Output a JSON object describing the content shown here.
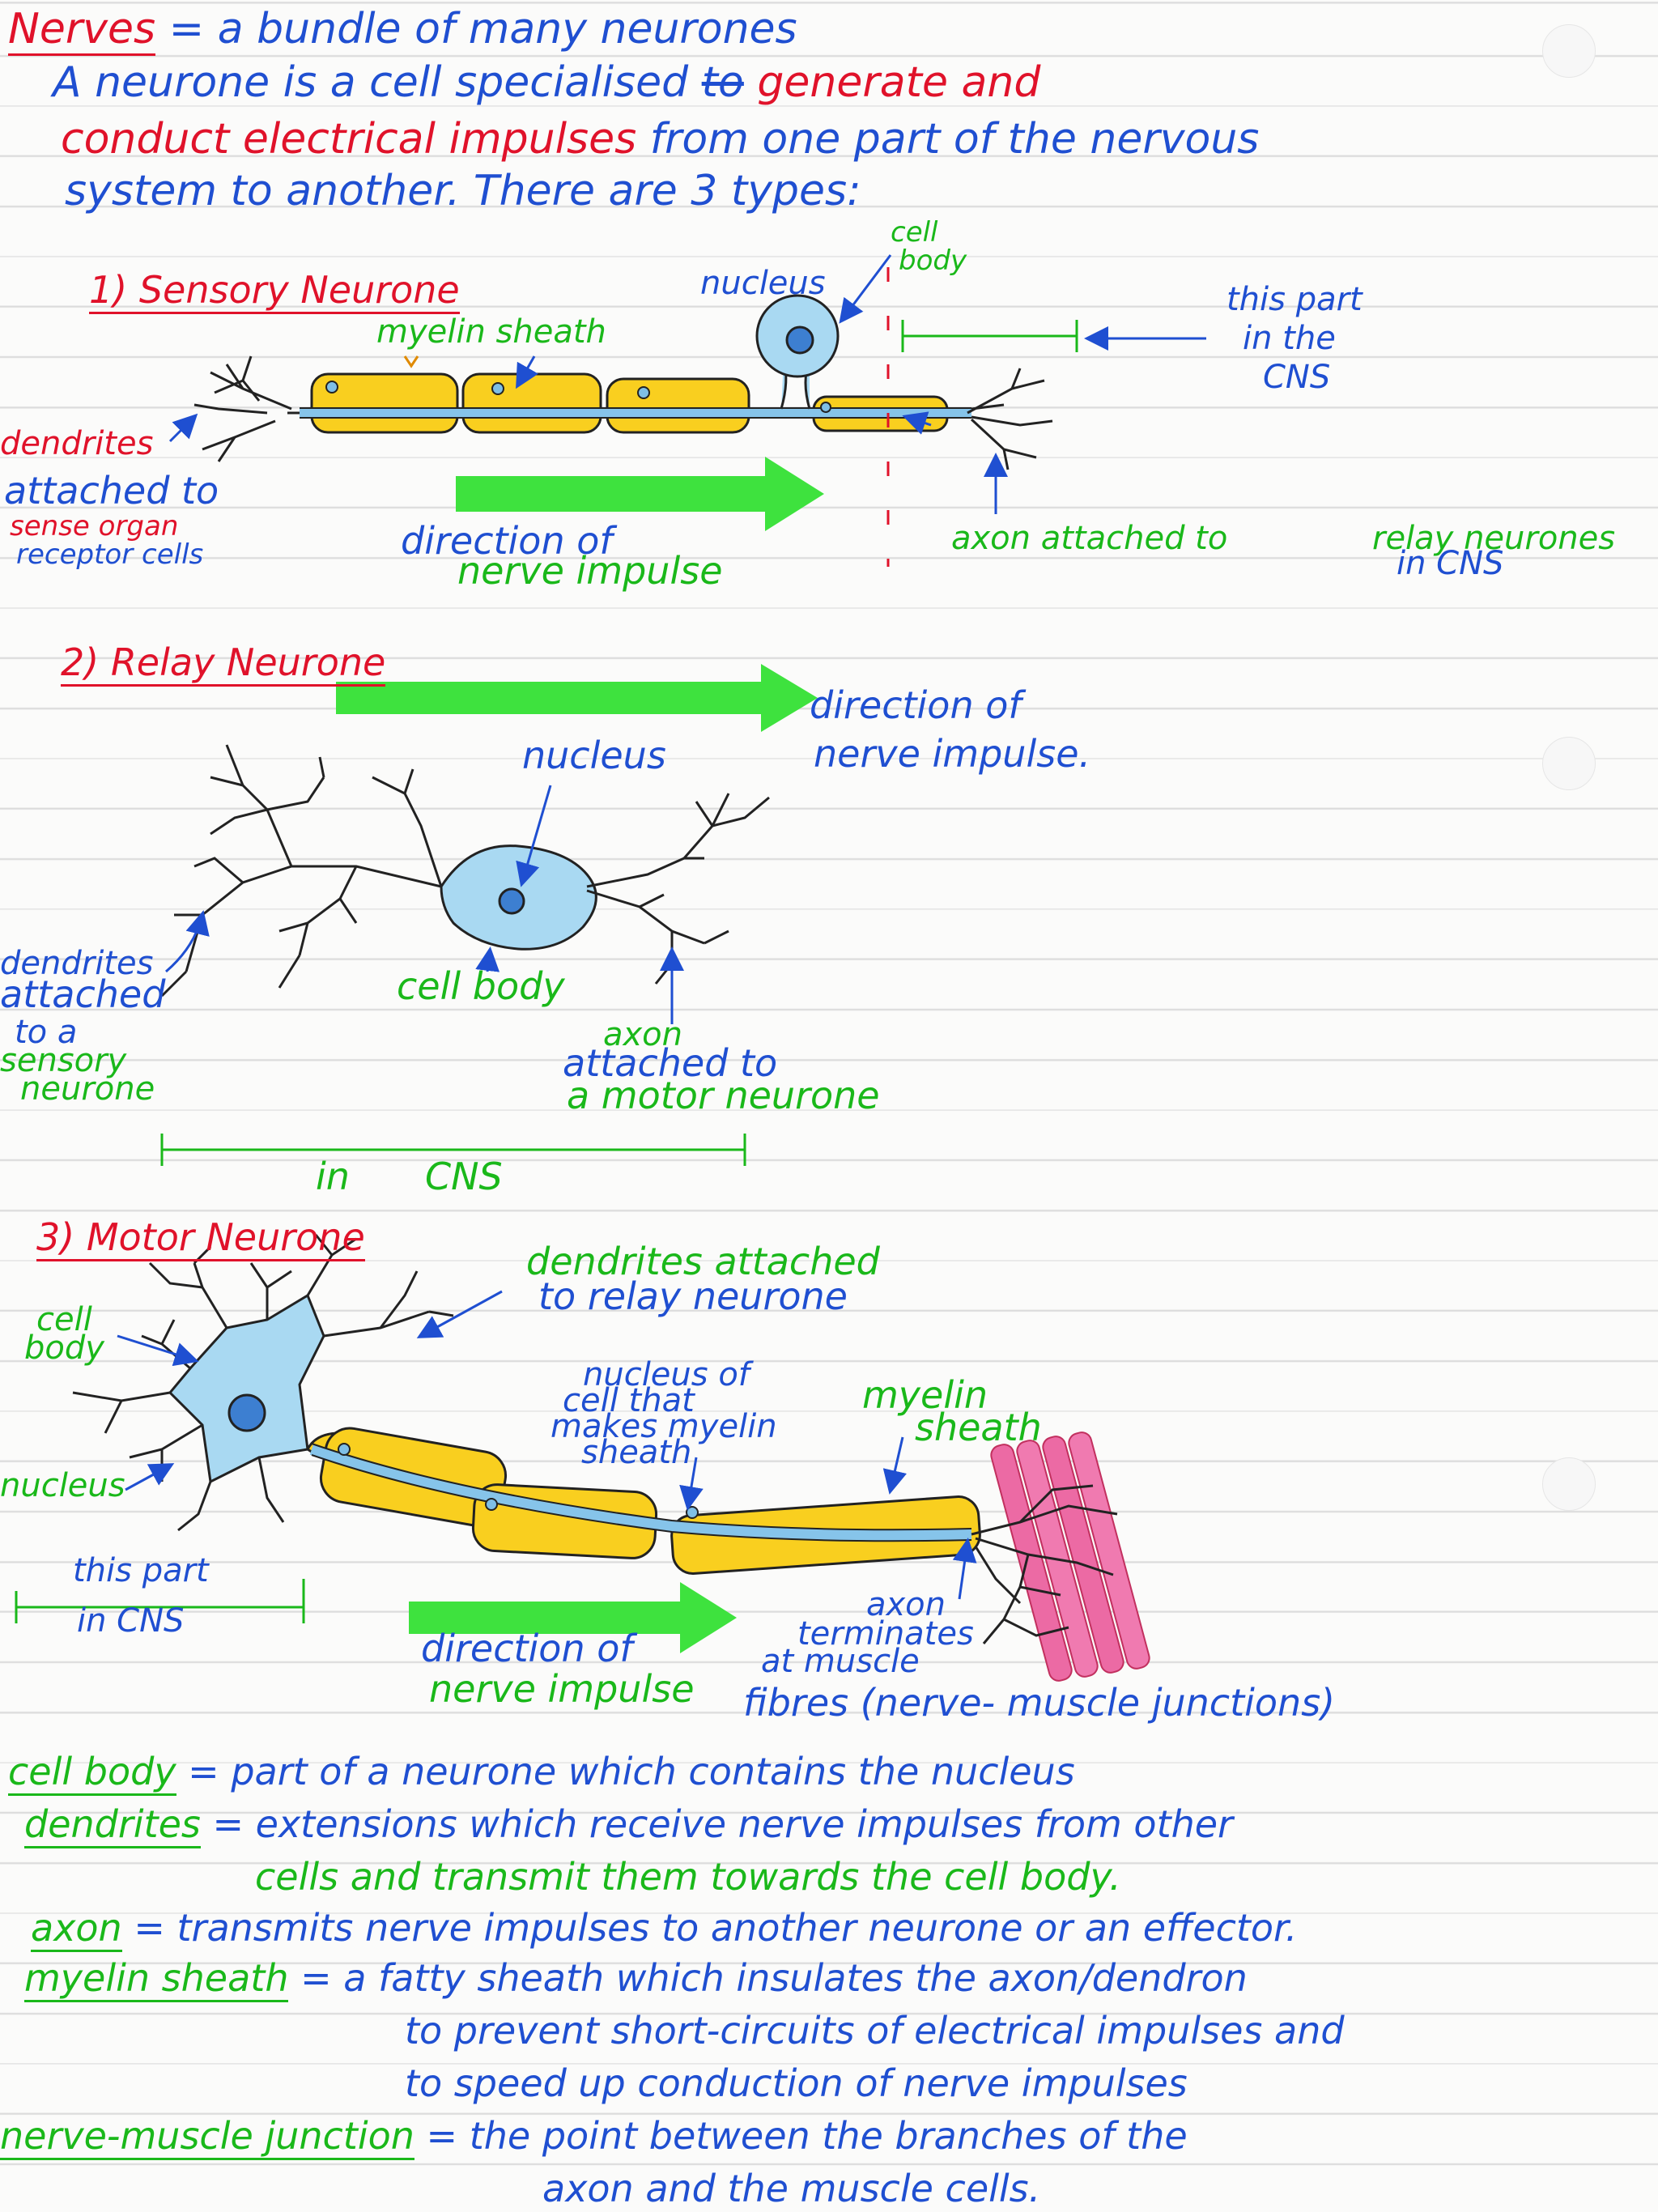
{
  "intro": {
    "line1_term": "Nerves",
    "line1_rest": "= a bundle of many neurones",
    "line2_a": "A neurone is a cell specialised",
    "line2_strike": "to",
    "line2_red": "generate and",
    "line3_red": "conduct electrical impulses",
    "line3_blue": "from one part of the nervous",
    "line4": "system to another. There are 3 types:"
  },
  "sensory": {
    "heading": "1) Sensory Neurone",
    "myelin_label": "myelin sheath",
    "nucleus_label": "nucleus",
    "cell_body_label_1": "cell",
    "cell_body_label_2": "body",
    "cns_note_1": "this part",
    "cns_note_2": "in the",
    "cns_note_3": "CNS",
    "dendrites_label_1": "dendrites",
    "dendrites_label_2": "attached to",
    "dendrites_label_3": "sense organ",
    "dendrites_label_4": "receptor cells",
    "direction_1": "direction of",
    "direction_2": "nerve impulse",
    "axon_label": "axon attached to",
    "relay_label_1": "relay neurones",
    "relay_label_2": "in CNS"
  },
  "relay": {
    "heading": "2) Relay Neurone",
    "direction_1": "direction of",
    "direction_2": "nerve impulse.",
    "nucleus_label": "nucleus",
    "dendrites_label_1": "dendrites",
    "dendrites_label_2": "attached",
    "dendrites_label_3": "to a",
    "dendrites_label_4": "sensory",
    "dendrites_label_5": "neurone",
    "cell_body_label": "cell body",
    "axon_label_1": "axon",
    "axon_label_2": "attached to",
    "axon_label_3": "a motor neurone",
    "cns_label_1": "in",
    "cns_label_2": "CNS"
  },
  "motor": {
    "heading": "3) Motor Neurone",
    "dendrites_label_1": "dendrites attached",
    "dendrites_label_2": "to relay neurone",
    "cell_body_label_1": "cell",
    "cell_body_label_2": "body",
    "nucleus_label": "nucleus",
    "myelin_nucleus_1": "nucleus of",
    "myelin_nucleus_2": "cell that",
    "myelin_nucleus_3": "makes myelin",
    "myelin_nucleus_4": "sheath",
    "myelin_label_1": "myelin",
    "myelin_label_2": "sheath",
    "cns_note_1": "this part",
    "cns_note_2": "in CNS",
    "direction_1": "direction of",
    "direction_2": "nerve impulse",
    "axon_term_1": "axon",
    "axon_term_2": "terminates",
    "axon_term_3": "at muscle",
    "axon_term_4": "fibres (nerve- muscle junctions)"
  },
  "definitions": [
    {
      "term": "cell body",
      "text_1": "= part of a neurone which contains the nucleus",
      "text_2": "",
      "text_3": ""
    },
    {
      "term": "dendrites",
      "text_1": "= extensions which receive nerve impulses from other",
      "text_2": "cells and transmit them towards the cell body.",
      "text_3": ""
    },
    {
      "term": "axon",
      "text_1": "= transmits nerve impulses to another neurone or an effector.",
      "text_2": "",
      "text_3": ""
    },
    {
      "term": "myelin sheath",
      "text_1": "= a fatty sheath which insulates the axon/dendron",
      "text_2": "to prevent short-circuits of electrical impulses and",
      "text_3": "to speed up conduction of nerve impulses"
    },
    {
      "term": "nerve-muscle junction",
      "text_1": "= the point between the branches of the",
      "text_2": "axon and the muscle cells.",
      "text_3": ""
    }
  ],
  "colors": {
    "blue_ink": "#1f4fd1",
    "red_ink": "#e0122a",
    "green_ink": "#1ab81a",
    "myelin_yellow": "#f9cf1f",
    "cell_blue": "#a9d9f2",
    "muscle_pink": "#ec6aa4"
  }
}
